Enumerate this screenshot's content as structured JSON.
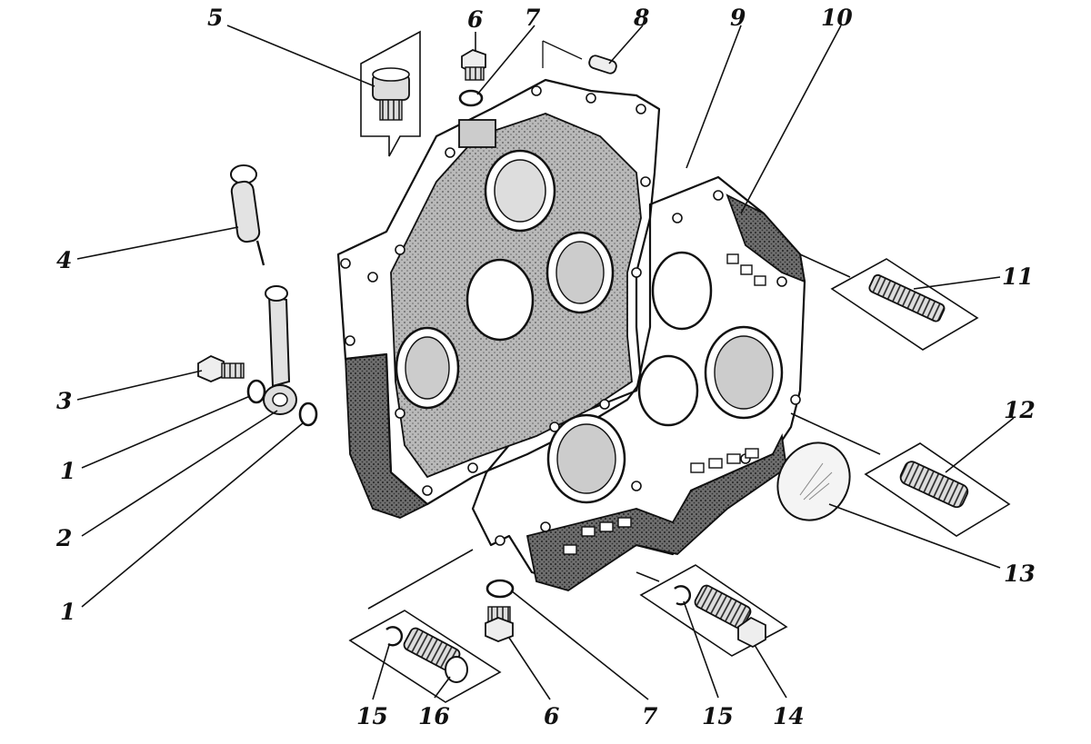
{
  "diagram": {
    "callouts": [
      {
        "id": "c5",
        "text": "5"
      },
      {
        "id": "c6t",
        "text": "6"
      },
      {
        "id": "c7t",
        "text": "7"
      },
      {
        "id": "c8",
        "text": "8"
      },
      {
        "id": "c9",
        "text": "9"
      },
      {
        "id": "c10",
        "text": "10"
      },
      {
        "id": "c4",
        "text": "4"
      },
      {
        "id": "c11",
        "text": "11"
      },
      {
        "id": "c3",
        "text": "3"
      },
      {
        "id": "c1a",
        "text": "1"
      },
      {
        "id": "c12",
        "text": "12"
      },
      {
        "id": "c2",
        "text": "2"
      },
      {
        "id": "c13",
        "text": "13"
      },
      {
        "id": "c1b",
        "text": "1"
      },
      {
        "id": "c15a",
        "text": "15"
      },
      {
        "id": "c16",
        "text": "16"
      },
      {
        "id": "c6b",
        "text": "6"
      },
      {
        "id": "c7b",
        "text": "7"
      },
      {
        "id": "c15b",
        "text": "15"
      },
      {
        "id": "c14",
        "text": "14"
      }
    ]
  },
  "colors": {
    "ink": "#111111",
    "shade": "#8a8a8a",
    "paper": "#ffffff"
  }
}
